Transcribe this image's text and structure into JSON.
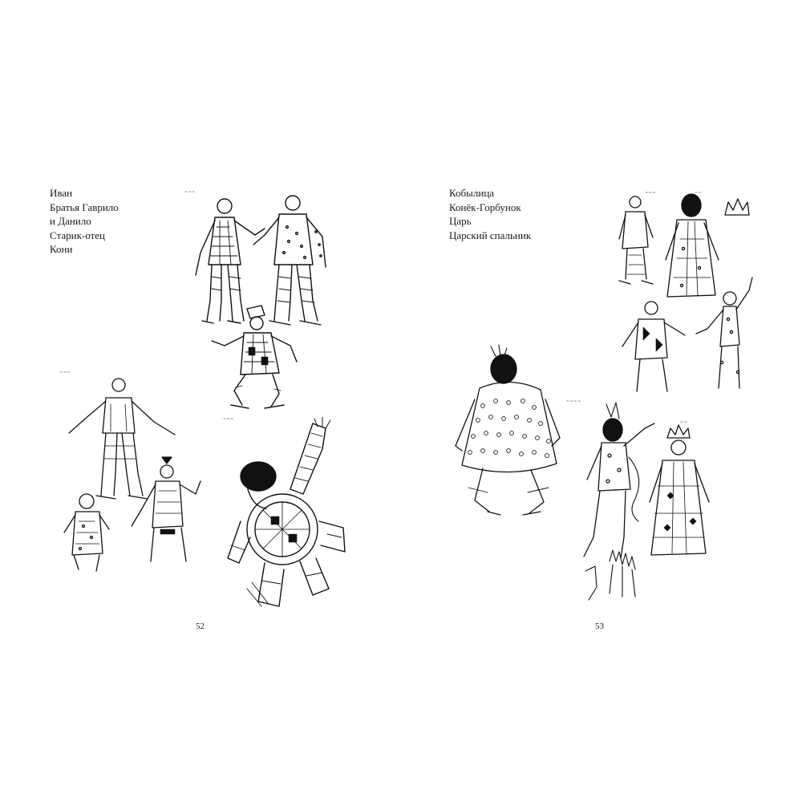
{
  "left_page": {
    "captions": [
      "Иван",
      "Братья Гаврило",
      "и Данило",
      "Старик-отец",
      "Кони"
    ],
    "page_number": "52"
  },
  "right_page": {
    "captions": [
      "Кобылица",
      "Конёк-Горбунок",
      "Царь",
      "Царский спальник"
    ],
    "page_number": "53"
  }
}
